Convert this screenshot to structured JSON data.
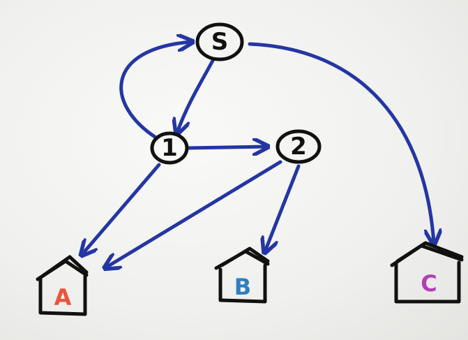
{
  "nodes": [
    {
      "id": "S",
      "label": "S"
    },
    {
      "id": "1",
      "label": "1"
    },
    {
      "id": "2",
      "label": "2"
    }
  ],
  "destinations": [
    {
      "id": "A",
      "label": "A",
      "color": "#e8563a"
    },
    {
      "id": "B",
      "label": "B",
      "color": "#2f7fbf"
    },
    {
      "id": "C",
      "label": "C",
      "color": "#b040b8"
    }
  ],
  "edges": [
    {
      "from": "S",
      "to": "1"
    },
    {
      "from": "1",
      "to": "S"
    },
    {
      "from": "1",
      "to": "2"
    },
    {
      "from": "S",
      "to": "C"
    },
    {
      "from": "1",
      "to": "A"
    },
    {
      "from": "2",
      "to": "A"
    },
    {
      "from": "2",
      "to": "B"
    }
  ],
  "colors": {
    "arrow": "#2436a3",
    "outline": "#111111",
    "background": "#f1f1ef"
  }
}
